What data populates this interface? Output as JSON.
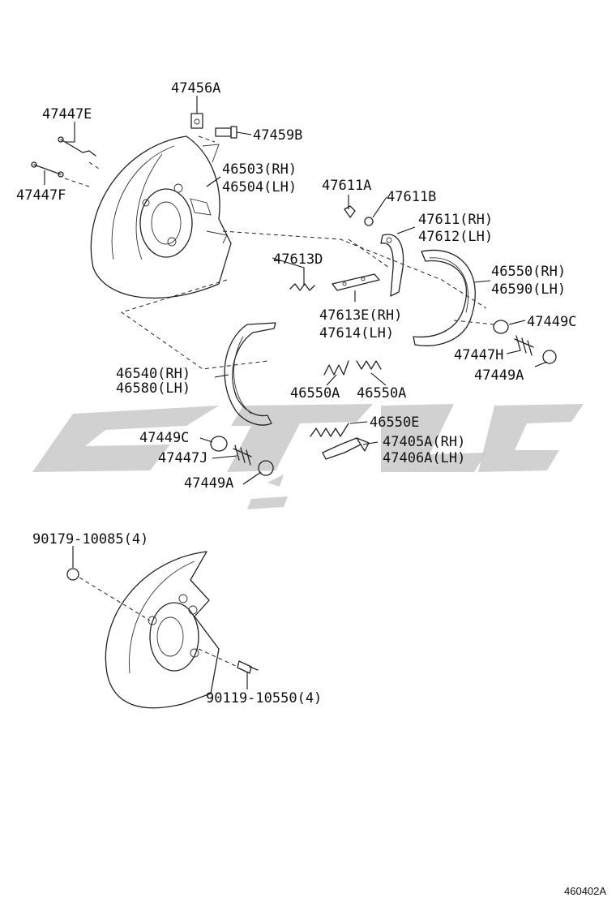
{
  "labels": {
    "p47456A": "47456A",
    "p47447E": "47447E",
    "p47459B": "47459B",
    "p46503": "46503(RH)",
    "p46504": "46504(LH)",
    "p47447F": "47447F",
    "p47611A": "47611A",
    "p47611B": "47611B",
    "p47611": "47611(RH)",
    "p47612": "47612(LH)",
    "p47613D": "47613D",
    "p46550": "46550(RH)",
    "p46590": "46590(LH)",
    "p47613E": "47613E(RH)",
    "p47614": "47614(LH)",
    "p47449C_r": "47449C",
    "p47447H": "47447H",
    "p47449A_r": "47449A",
    "p46540": "46540(RH)",
    "p46580": "46580(LH)",
    "p46550A_1": "46550A",
    "p46550A_2": "46550A",
    "p46550E": "46550E",
    "p47449C_l": "47449C",
    "p47405A": "47405A(RH)",
    "p47406A": "47406A(LH)",
    "p47447J": "47447J",
    "p47449A_l": "47449A",
    "p90179": "90179-10085(4)",
    "p90119": "90119-10550(4)",
    "figure_code": "460402A"
  },
  "colors": {
    "line": "#222222",
    "watermark": "#c9c9c9",
    "background": "#ffffff"
  }
}
